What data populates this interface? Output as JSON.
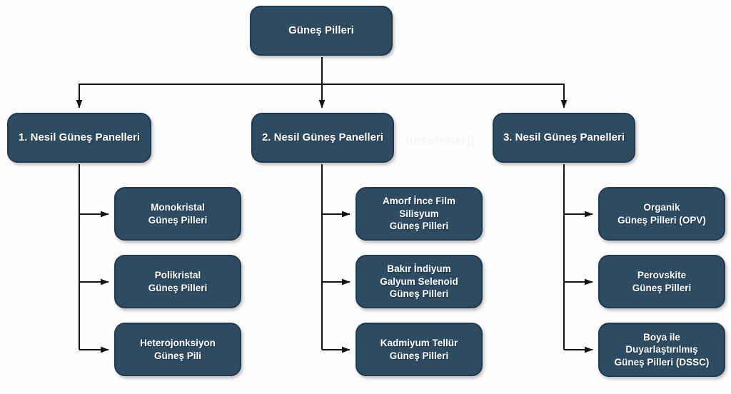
{
  "diagram": {
    "root": {
      "label": "Güneş Pilleri"
    },
    "branches": [
      {
        "label": "1. Nesil Güneş Panelleri",
        "children": [
          "Monokristal\nGüneş Pilleri",
          "Polikristal\nGüneş Pilleri",
          "Heterojonksiyon\nGüneş Pili"
        ]
      },
      {
        "label": "2. Nesil Güneş Panelleri",
        "children": [
          "Amorf İnce Film\nSilisyum\nGüneş Pilleri",
          "Bakır İndiyum\nGalyum Selenoid\nGüneş Pilleri",
          "Kadmiyum Tellür\nGüneş Pilleri"
        ]
      },
      {
        "label": "3. Nesil Güneş Panelleri",
        "children": [
          "Organik\nGüneş Pilleri (OPV)",
          "Perovskite\nGüneş Pilleri",
          "Boya ile\nDuyarlaştırılmış\nGüneş Pilleri (DSSC)"
        ]
      }
    ],
    "watermark": "ileserenerji",
    "colors": {
      "box_fill": "#2d4c62",
      "box_border": "#1f3950",
      "connector": "#141414",
      "text": "#ffffff",
      "background": "#fdfdfd"
    }
  }
}
